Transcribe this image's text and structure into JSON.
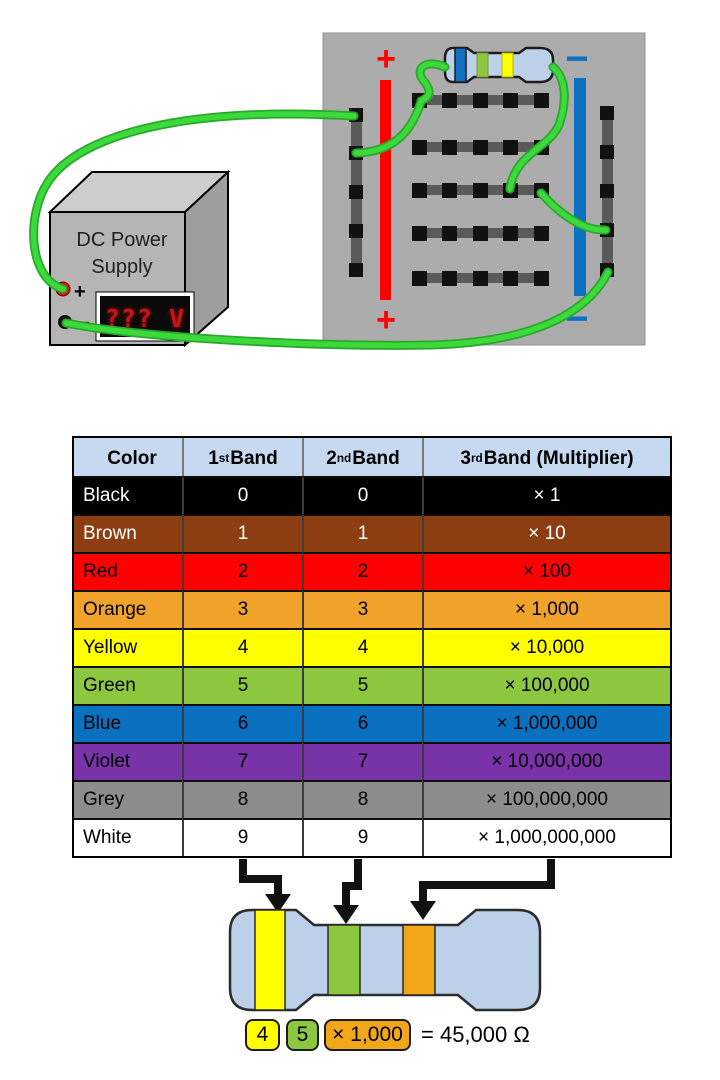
{
  "circuit": {
    "power_supply": {
      "label_line1": "DC Power",
      "label_line2": "Supply",
      "display_text": "??? V",
      "plus_label": "+",
      "minus_label": "−"
    },
    "breadboard": {
      "plus_label": "+",
      "minus_label": "−"
    }
  },
  "table": {
    "columns": [
      {
        "base": "Color",
        "sup": "",
        "rest": ""
      },
      {
        "base": "1",
        "sup": "st",
        "rest": " Band"
      },
      {
        "base": "2",
        "sup": "nd",
        "rest": " Band"
      },
      {
        "base": "3",
        "sup": "rd",
        "rest": " Band (Multiplier)"
      }
    ],
    "rows": [
      {
        "color_name": "Black",
        "band1": "0",
        "band2": "0",
        "multiplier": "× 1",
        "bg": "#000000",
        "fg": "#ffffff"
      },
      {
        "color_name": "Brown",
        "band1": "1",
        "band2": "1",
        "multiplier": "× 10",
        "bg": "#8c3e12",
        "fg": "#ffffff"
      },
      {
        "color_name": "Red",
        "band1": "2",
        "band2": "2",
        "multiplier": "× 100",
        "bg": "#ff0000",
        "fg": "#000000"
      },
      {
        "color_name": "Orange",
        "band1": "3",
        "band2": "3",
        "multiplier": "× 1,000",
        "bg": "#f0a22b",
        "fg": "#000000"
      },
      {
        "color_name": "Yellow",
        "band1": "4",
        "band2": "4",
        "multiplier": "× 10,000",
        "bg": "#ffff00",
        "fg": "#000000"
      },
      {
        "color_name": "Green",
        "band1": "5",
        "band2": "5",
        "multiplier": "× 100,000",
        "bg": "#8dc63f",
        "fg": "#000000"
      },
      {
        "color_name": "Blue",
        "band1": "6",
        "band2": "6",
        "multiplier": "× 1,000,000",
        "bg": "#0a71c0",
        "fg": "#000000"
      },
      {
        "color_name": "Violet",
        "band1": "7",
        "band2": "7",
        "multiplier": "× 10,000,000",
        "bg": "#7933a8",
        "fg": "#000000"
      },
      {
        "color_name": "Grey",
        "band1": "8",
        "band2": "8",
        "multiplier": "× 100,000,000",
        "bg": "#8c8c8c",
        "fg": "#000000"
      },
      {
        "color_name": "White",
        "band1": "9",
        "band2": "9",
        "multiplier": "× 1,000,000,000",
        "bg": "#ffffff",
        "fg": "#000000"
      }
    ]
  },
  "example": {
    "digit1": "4",
    "digit2": "5",
    "multiplier": "× 1,000",
    "result": "= 45,000 Ω"
  },
  "colors": {
    "header_bg": "#c6d9f1",
    "board_gray": "#acacac",
    "psu_front": "#b5b5b5",
    "psu_top": "#cdcdcd",
    "psu_side": "#9e9e9e",
    "display_bg": "#0a0a0a",
    "display_text": "#c41616",
    "wire_green": "#3bd93b",
    "wire_green_dark": "#2aa82a",
    "rail_red": "#ff0000",
    "rail_blue": "#0b72c2",
    "resistor_body": "#bdd0ea",
    "band_yellow": "#ffff00",
    "band_green": "#8dc63f",
    "band_orange": "#f2a71b",
    "band_blue": "#1470c0",
    "arrow_black": "#111111"
  }
}
